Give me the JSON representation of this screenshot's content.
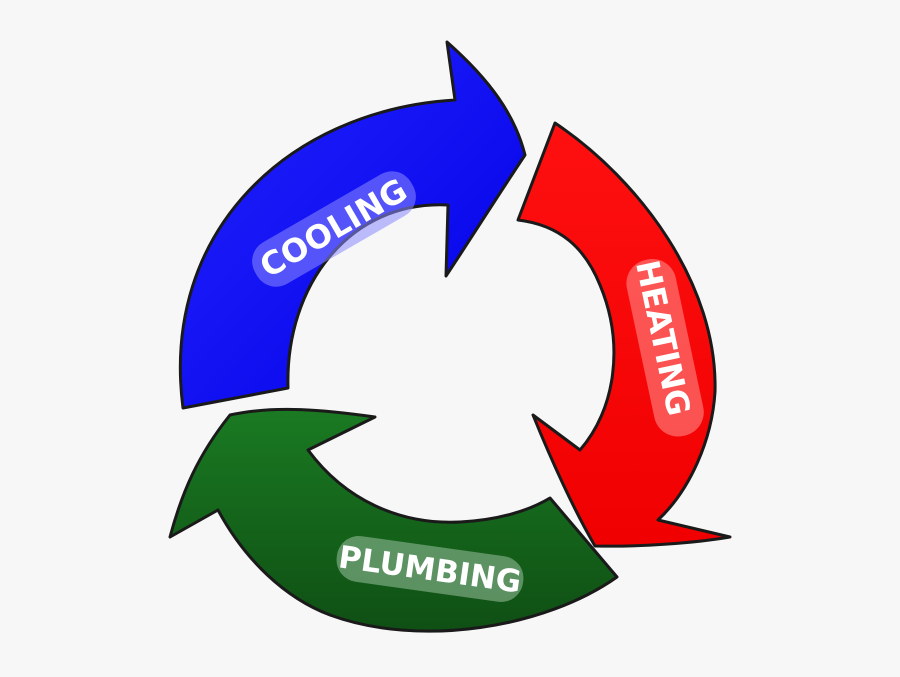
{
  "diagram": {
    "type": "cycle",
    "arrows": [
      {
        "id": "cooling",
        "label": "COOLING",
        "color": "#0000ff",
        "gloss": "#8a8aff"
      },
      {
        "id": "heating",
        "label": "HEATING",
        "color": "#ff0000",
        "gloss": "#ff8585"
      },
      {
        "id": "plumbing",
        "label": "PLUMBING",
        "color": "#16601a",
        "gloss": "#8fb894"
      }
    ],
    "outline_color": "#1a1a1a",
    "background": "#f7f7f7"
  }
}
